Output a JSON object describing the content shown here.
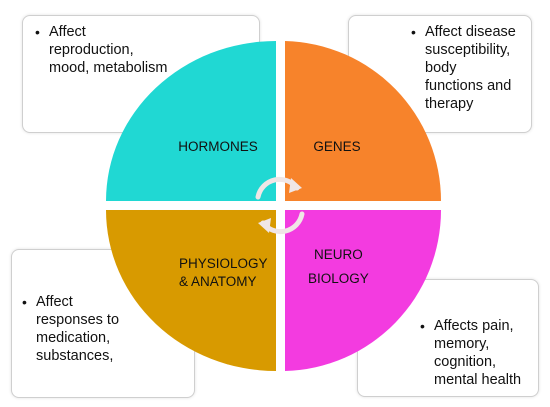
{
  "colors": {
    "hormones": "#20D8D3",
    "genes": "#F7832B",
    "physiology": "#D89A00",
    "neurobiology": "#F33BE0",
    "arrow": "#F0E6E6"
  },
  "center": {
    "hormones": "HORMONES",
    "genes": "GENES",
    "physiology": [
      "PHYSIOLOGY",
      "& ANATOMY"
    ],
    "neurobiology": [
      "NEURO",
      "BIOLOGY"
    ]
  },
  "callouts": {
    "hormones": "Affect\nreproduction,\nmood, metabolism",
    "genes": "Affect disease\nsusceptibility,\nbody\nfunctions and\ntherapy",
    "physiology": "Affect\nresponses to\nmedication,\nsubstances,",
    "neurobiology": "Affects pain,\nmemory,\ncognition,\nmental health"
  },
  "icons": [
    "cycle-arrow-icon",
    "cycle-arrow-icon"
  ]
}
